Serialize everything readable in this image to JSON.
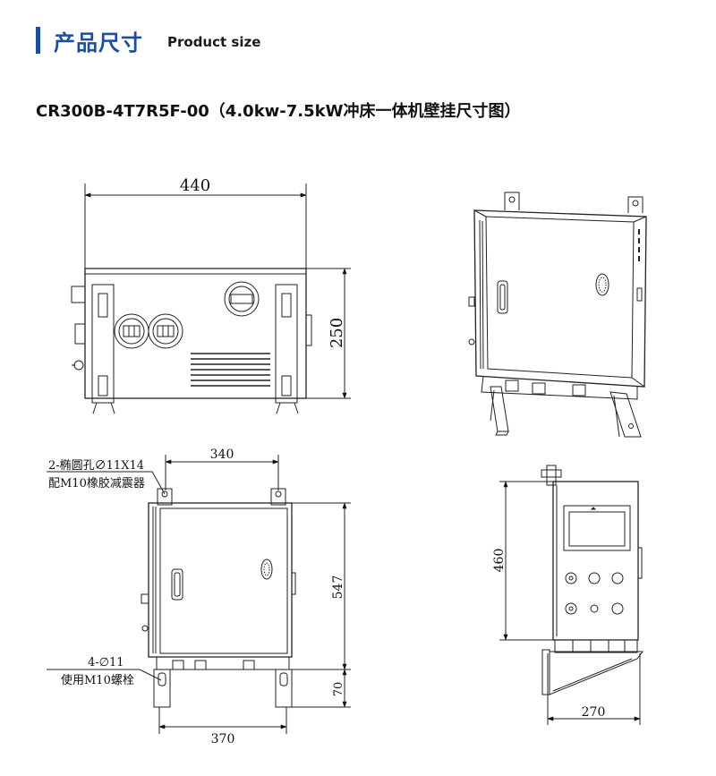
{
  "header": {
    "title_cn": "产品尺寸",
    "title_en": "Product size",
    "accent_color": "#1d4f9e"
  },
  "document": {
    "title": "CR300B-4T7R5F-00（4.0kw-7.5kW冲床一体机壁挂尺寸图）"
  },
  "views": {
    "top": {
      "width_dim": "440",
      "height_dim": "250"
    },
    "front": {
      "hole_spacing_dim": "340",
      "bottom_width_dim": "370",
      "height_dim": "547",
      "bracket_dim": "70",
      "slot_note_line1": "2-椭圆孔∅11X14",
      "slot_note_line2": "配M10橡胶减震器",
      "hole_note_line1": "4-∅11",
      "hole_note_line2": "使用M10螺栓"
    },
    "side": {
      "height_dim": "460",
      "depth_dim": "270"
    }
  }
}
